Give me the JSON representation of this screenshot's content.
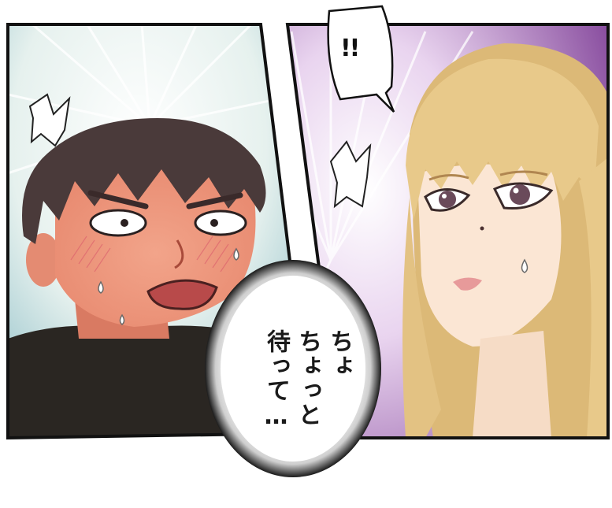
{
  "panel_left": {
    "character": "surprised-man"
  },
  "panel_right": {
    "character": "blonde-woman",
    "shout_bubble": {
      "text": "!!"
    }
  },
  "speech_bubble": {
    "lines": [
      "ちょ",
      "ちょっと",
      "待って…"
    ]
  },
  "colors": {
    "left_burst_bg": "#e8f2ee",
    "right_burst_bg": "#8a4fa0",
    "hair_man": "#4a3a3a",
    "hair_woman": "#e8c98a",
    "jacket": "#2a2622"
  }
}
